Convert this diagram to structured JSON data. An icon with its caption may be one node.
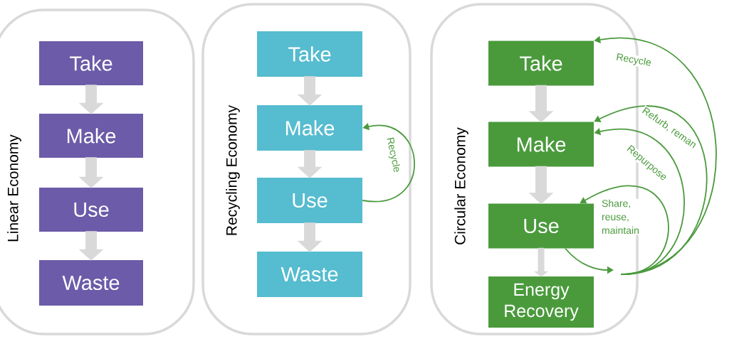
{
  "diagram": {
    "nodes": [
      {
        "text": [
          "Linear Economy"
        ]
      },
      {
        "text": [
          "Take"
        ],
        "in": 0
      },
      {
        "text": [
          "Make"
        ],
        "in": 0
      },
      {
        "text": [
          "Use"
        ],
        "in": 0
      },
      {
        "text": [
          "Waste"
        ],
        "in": 0
      },
      {
        "text": [
          "Recycling Economy"
        ]
      },
      {
        "text": [
          "Take"
        ],
        "in": 5
      },
      {
        "text": [
          "Make"
        ],
        "in": 5
      },
      {
        "text": [
          "Use"
        ],
        "in": 5
      },
      {
        "text": [
          "Waste"
        ],
        "in": 5
      },
      {
        "text": [
          "Circular Economy"
        ]
      },
      {
        "text": [
          "Take"
        ],
        "in": 10
      },
      {
        "text": [
          "Make"
        ],
        "in": 10
      },
      {
        "text": [
          "Use"
        ],
        "in": 10
      },
      {
        "text": [
          "Energy Recovery"
        ],
        "in": 10
      }
    ],
    "edges": [
      {
        "from": 1,
        "to": 2,
        "arrow": "to"
      },
      {
        "from": 2,
        "to": 3,
        "arrow": "to"
      },
      {
        "from": 3,
        "to": 4,
        "arrow": "to"
      },
      {
        "from": 6,
        "to": 7,
        "arrow": "to"
      },
      {
        "from": 7,
        "to": 8,
        "arrow": "to"
      },
      {
        "from": 8,
        "to": 9,
        "arrow": "to"
      },
      {
        "from": 8,
        "to": 7,
        "arrow": "to",
        "label": "Recycle",
        "color": "#4a9a3c"
      },
      {
        "from": 11,
        "to": 12,
        "arrow": "to"
      },
      {
        "from": 12,
        "to": 13,
        "arrow": "to"
      },
      {
        "from": 13,
        "to": 14,
        "arrow": "to"
      },
      {
        "from": 13,
        "to": null,
        "arrow": "to",
        "color": "#4a9a3c"
      },
      {
        "from": null,
        "to": 11,
        "arrow": "to",
        "label": "Recycle",
        "color": "#4a9a3c"
      },
      {
        "from": null,
        "to": 12,
        "arrow": "to",
        "label": "Refurb, reman",
        "color": "#4a9a3c"
      },
      {
        "from": null,
        "to": 12,
        "arrow": "to",
        "label": "Repurpose",
        "color": "#4a9a3c"
      },
      {
        "from": null,
        "to": 13,
        "arrow": "to",
        "label": "Share, reuse, maintain",
        "color": "#4a9a3c"
      }
    ]
  }
}
